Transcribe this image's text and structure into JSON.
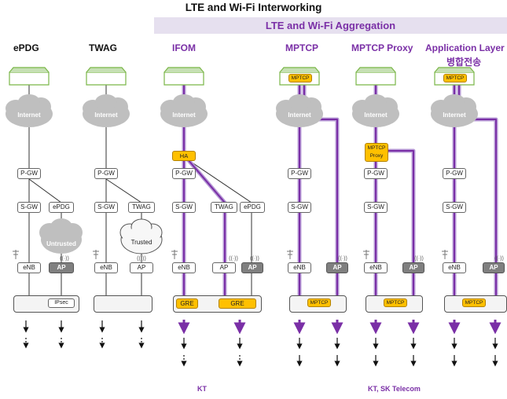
{
  "title": "LTE and Wi-Fi Interworking",
  "aggregation_title": "LTE and Wi-Fi Aggregation",
  "columns": [
    {
      "name": "ePDG"
    },
    {
      "name": "TWAG"
    },
    {
      "name": "IFOM"
    },
    {
      "name": "MPTCP"
    },
    {
      "name": "MPTCP Proxy"
    },
    {
      "name": "Application Layer",
      "subtitle": "병합전송"
    }
  ],
  "labels": {
    "internet": "Internet",
    "pgw": "P-GW",
    "sgw": "S-GW",
    "epdg": "ePDG",
    "twag": "TWAG",
    "enb": "eNB",
    "ap": "AP",
    "untrusted": "Untrusted",
    "trusted": "Trusted",
    "ipsec": "IPsec",
    "ha": "HA",
    "gre": "GRE",
    "mptcp": "MPTCP",
    "mptcp_proxy": "MPTCP Proxy"
  },
  "footers": {
    "ifom": "KT",
    "mptcp": "KT, SK Telecom"
  },
  "colors": {
    "purple": "#7a2fa6",
    "purple_light": "#b79ad6",
    "orange": "#ffc000",
    "server_green": "#a9d18e",
    "cloud_gray": "#bfbfbf"
  }
}
